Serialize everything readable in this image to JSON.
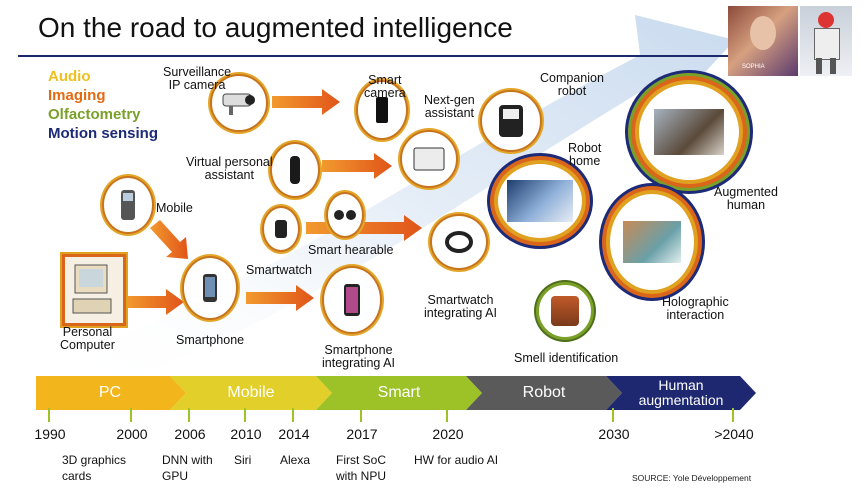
{
  "title": "On the road to augmented intelligence",
  "legend": [
    {
      "label": "Audio",
      "color": "#f0c020"
    },
    {
      "label": "Imaging",
      "color": "#e46a12"
    },
    {
      "label": "Olfactometry",
      "color": "#7aa02a"
    },
    {
      "label": "Motion sensing",
      "color": "#1c2a78"
    }
  ],
  "devices": {
    "surveillance": "Surveillance\nIP camera",
    "smart_camera": "Smart\ncamera",
    "next_gen_assistant": "Next-gen\nassistant",
    "companion_robot": "Companion\nrobot",
    "virtual_assistant": "Virtual personal\nassistant",
    "robot_home": "Robot\nhome",
    "mobile": "Mobile",
    "augmented_human": "Augmented\nhuman",
    "smart_hearable": "Smart hearable",
    "smartwatch": "Smartwatch",
    "personal_computer": "Personal\nComputer",
    "smartphone": "Smartphone",
    "smartwatch_ai": "Smartwatch\nintegrating AI",
    "smartphone_ai": "Smartphone\nintegrating AI",
    "holographic": "Holographic\ninteraction",
    "smell": "Smell identification"
  },
  "phases": [
    {
      "label": "PC",
      "color": "#f2b51c"
    },
    {
      "label": "Mobile",
      "color": "#e2cf2a"
    },
    {
      "label": "Smart",
      "color": "#9cc227"
    },
    {
      "label": "Robot",
      "color": "#5a5a5a"
    },
    {
      "label": "Human augmentation",
      "color": "#1e2870"
    }
  ],
  "years": [
    "1990",
    "2000",
    "2006",
    "2010",
    "2014",
    "2017",
    "2020",
    "2030",
    ">2040"
  ],
  "events": {
    "e1": "3D graphics\ncards",
    "e2": "DNN with\nGPU",
    "e3": "Siri",
    "e4": "Alexa",
    "e5": "First SoC\nwith NPU",
    "e6": "HW for audio AI"
  },
  "source": "SOURCE: Yole Développement",
  "photo_caption": "SOPHIA"
}
